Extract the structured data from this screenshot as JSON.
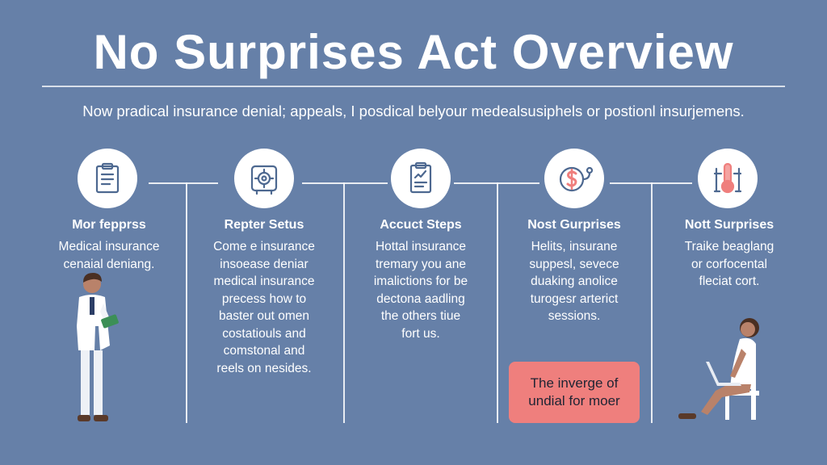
{
  "header": {
    "title": "No Surprises Act Overview",
    "subtitle": "Now pradical insurance denial; appeals, I posdical belyour medealsusiphels or postionl insurjemens."
  },
  "steps": [
    {
      "icon": "checklist-icon",
      "title": "Mor fepprss",
      "body": "Medical insurance\ncenaial deniang."
    },
    {
      "icon": "gear-document-icon",
      "title": "Repter Setus",
      "body": "Come e insurance\ninsoease deniar\nmedical insurance\nprecess how to\nbaster out omen\ncostatiouls and\ncomstonal and\nreels on nesides."
    },
    {
      "icon": "clipboard-document-icon",
      "title": "Accuct Steps",
      "body": "Hottal insurance\ntremary you ane\nimalictions for be\ndectona aadling\nthe others tiue\nfort us."
    },
    {
      "icon": "dollar-stethoscope-icon",
      "title": "Nost Gurprises",
      "body": "Helits, insurane\nsuppesl, sevece\nduaking anolice\nturogesr arterict\nsessions."
    },
    {
      "icon": "thermometer-icon",
      "title": "Nott Surprises",
      "body": "Traike beaglang\nor corfocental\nfleciat cort."
    }
  ],
  "callout": {
    "text": "The inverge of\nundial for moer"
  },
  "colors": {
    "background": "#6680a8",
    "icon_stroke": "#4d6890",
    "accent": "#ef7f7d",
    "callout_text": "#1e2433"
  }
}
